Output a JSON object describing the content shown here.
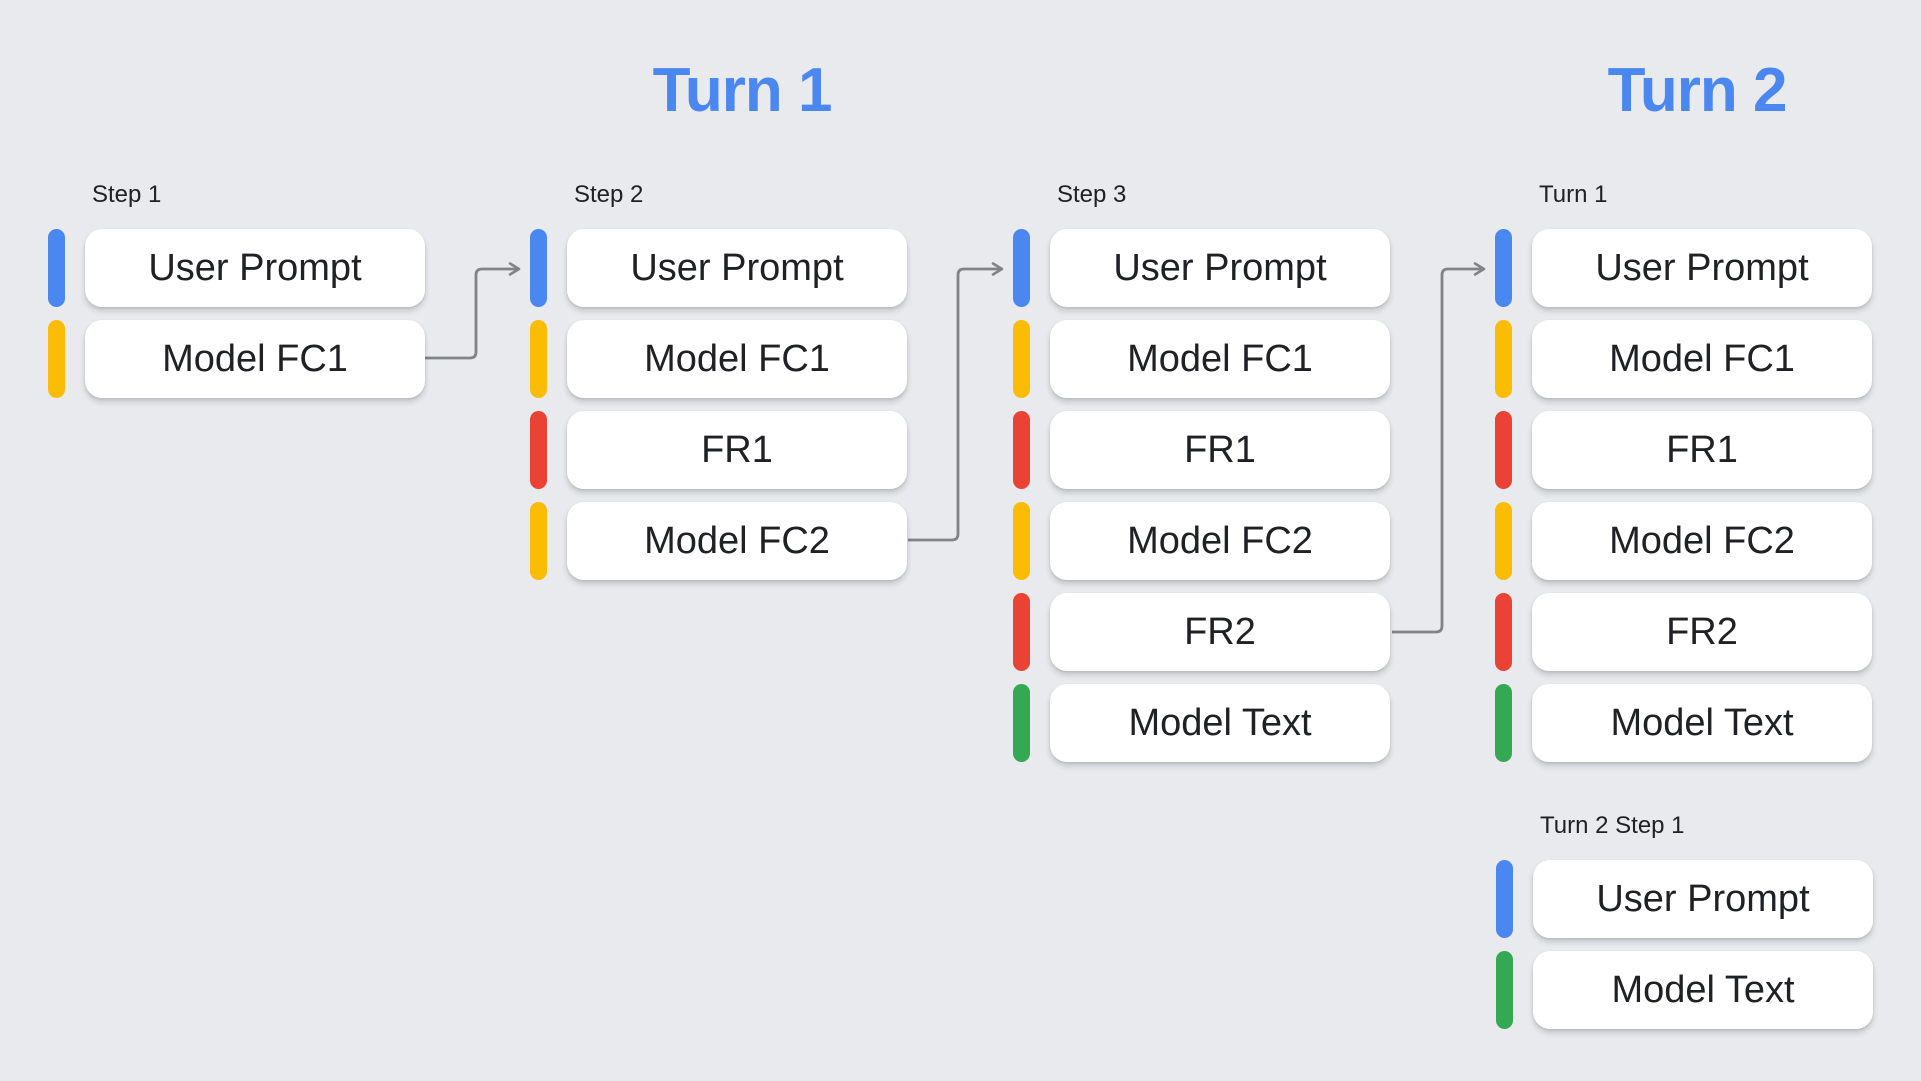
{
  "palette": {
    "background": "#e8eaed",
    "heading_blue": "#4b87f0",
    "user_prompt_blue": "#4b87f0",
    "model_fc_yellow": "#fbbc05",
    "function_response_red": "#ea4335",
    "model_text_green": "#34a853",
    "card_white": "#ffffff",
    "arrow_gray": "#808488",
    "text_dark": "#202124"
  },
  "headings": [
    {
      "label": "Turn 1"
    },
    {
      "label": "Turn 2"
    }
  ],
  "columns": [
    {
      "label": "Step 1",
      "items": [
        {
          "text": "User Prompt",
          "color": "blue"
        },
        {
          "text": "Model FC1",
          "color": "yellow"
        }
      ]
    },
    {
      "label": "Step 2",
      "items": [
        {
          "text": "User Prompt",
          "color": "blue"
        },
        {
          "text": "Model FC1",
          "color": "yellow"
        },
        {
          "text": "FR1",
          "color": "red"
        },
        {
          "text": "Model FC2",
          "color": "yellow"
        }
      ]
    },
    {
      "label": "Step 3",
      "items": [
        {
          "text": "User Prompt",
          "color": "blue"
        },
        {
          "text": "Model FC1",
          "color": "yellow"
        },
        {
          "text": "FR1",
          "color": "red"
        },
        {
          "text": "Model FC2",
          "color": "yellow"
        },
        {
          "text": "FR2",
          "color": "red"
        },
        {
          "text": "Model Text",
          "color": "green"
        }
      ]
    },
    {
      "label": "Turn 1",
      "items": [
        {
          "text": "User Prompt",
          "color": "blue"
        },
        {
          "text": "Model FC1",
          "color": "yellow"
        },
        {
          "text": "FR1",
          "color": "red"
        },
        {
          "text": "Model FC2",
          "color": "yellow"
        },
        {
          "text": "FR2",
          "color": "red"
        },
        {
          "text": "Model Text",
          "color": "green"
        }
      ]
    },
    {
      "label": "Turn 2 Step 1",
      "items": [
        {
          "text": "User Prompt",
          "color": "blue"
        },
        {
          "text": "Model Text",
          "color": "green"
        }
      ]
    }
  ],
  "arrows": [
    {
      "from": "Step 1 / Model FC1",
      "to": "Step 2 / User Prompt"
    },
    {
      "from": "Step 2 / Model FC2",
      "to": "Step 3 / User Prompt"
    },
    {
      "from": "Step 3 / FR2",
      "to": "Turn 1 / User Prompt"
    }
  ]
}
